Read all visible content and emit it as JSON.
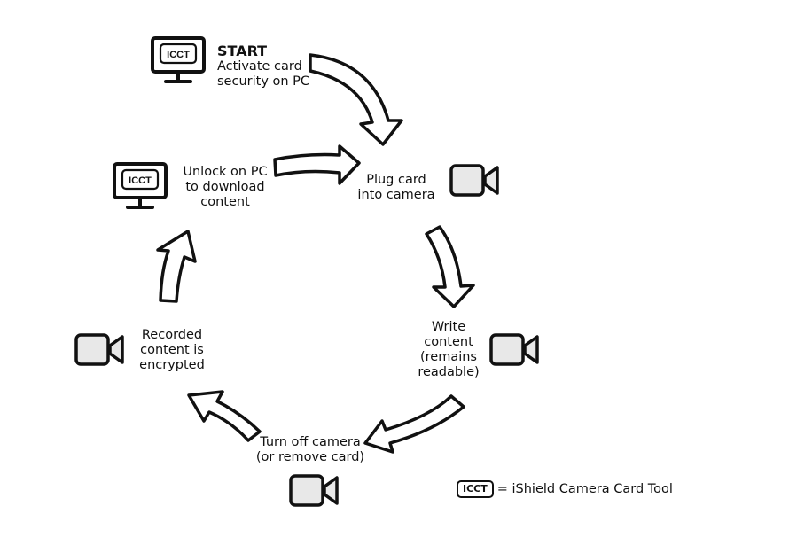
{
  "icons": {
    "monitor": "monitor-icon",
    "camera": "video-camera-icon"
  },
  "badge_text": "ICCT",
  "steps": {
    "start": {
      "title": "START",
      "line1": "Activate card",
      "line2": "security on PC"
    },
    "plug": {
      "line1": "Plug card",
      "line2": "into camera"
    },
    "write": {
      "line1": "Write",
      "line2": "content",
      "line3": "(remains",
      "line4": "readable)"
    },
    "turnoff": {
      "line1": "Turn off camera",
      "line2": "(or remove card)"
    },
    "recorded": {
      "line1": "Recorded",
      "line2": "content is",
      "line3": "encrypted"
    },
    "unlock": {
      "line1": "Unlock on PC",
      "line2": "to download",
      "line3": "content"
    }
  },
  "legend": {
    "badge": "ICCT",
    "text": "= iShield Camera Card Tool"
  },
  "colors": {
    "icon_fill": "#e8e8e8",
    "stroke": "#111111",
    "background": "#ffffff"
  }
}
